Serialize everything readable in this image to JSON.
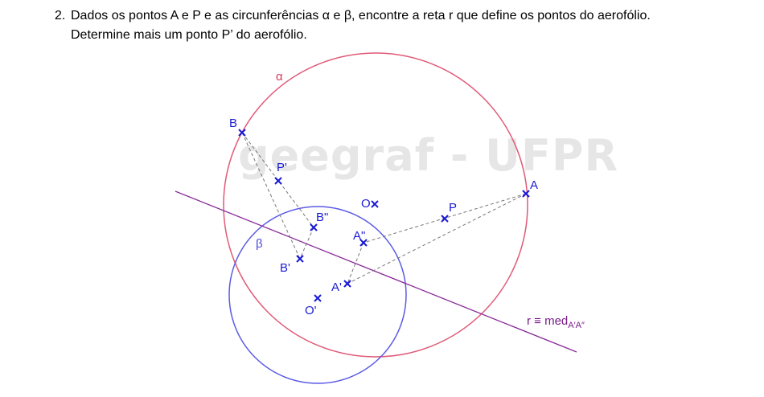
{
  "problem": {
    "number": "2.",
    "line1": "Dados os pontos A e P e as circunferências α e β, encontre a reta r que define os pontos do aerofólio.",
    "line2": "Determine mais um ponto P’ do aerofólio."
  },
  "watermark": "geegraf - UFPR",
  "labels": {
    "alpha": "α",
    "beta": "β",
    "B": "B",
    "P_prime": "P'",
    "B_dbl": "B\"",
    "B_prime": "B'",
    "O": "O",
    "O_prime": "O'",
    "A": "A",
    "P": "P",
    "A_dbl": "A\"",
    "A_prime": "A'",
    "r_main": "r ≡ med",
    "r_sub": "A′A″"
  },
  "colors": {
    "alpha": "#e05a78",
    "beta": "#5a5ae6",
    "points": "#1a1ad6",
    "line_r": "#8a2a9a",
    "dashed": "#777777",
    "watermark": "#e6e6e6"
  }
}
